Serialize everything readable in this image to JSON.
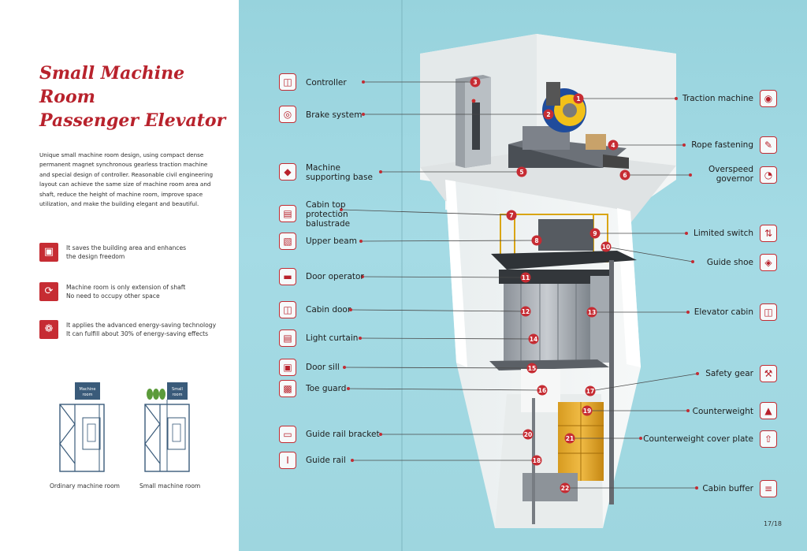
{
  "title_lines": [
    "Small Machine Room",
    "Passenger Elevator"
  ],
  "intro": "Unique small machine room design, using compact dense permanent magnet synchronous gearless traction machine and special design of controller. Reasonable civil engineering layout can achieve the same size of machine room area and shaft, reduce the height of machine room, improve space utilization, and make the building elegant and beautiful.",
  "features": [
    {
      "icon": "cube-icon",
      "line1": "It saves the building area and enhances",
      "line2": "the design freedom"
    },
    {
      "icon": "cycle-icon",
      "line1": "Machine room is only extension of shaft",
      "line2": "No need to occupy other space"
    },
    {
      "icon": "leaf-icon",
      "line1": "It applies the advanced energy-saving technology",
      "line2": "It can fulfill about 30% of energy-saving effects"
    }
  ],
  "room_diagrams": [
    {
      "sign_line1": "Machine",
      "sign_line2": "room",
      "caption": "Ordinary machine room"
    },
    {
      "sign_line1": "Small",
      "sign_line2": "room",
      "caption": "Small machine room"
    }
  ],
  "left_labels": [
    {
      "text": "Controller",
      "icon": "controller-icon"
    },
    {
      "text": "Brake system",
      "icon": "brake-icon"
    },
    {
      "text": "Machine\nsupporting base",
      "icon": "base-icon"
    },
    {
      "text": "Cabin top\nprotection\nbalustrade",
      "icon": "balustrade-icon"
    },
    {
      "text": "Upper beam",
      "icon": "beam-icon"
    },
    {
      "text": "Door operator",
      "icon": "door-operator-icon"
    },
    {
      "text": "Cabin door",
      "icon": "cabin-door-icon"
    },
    {
      "text": "Light curtain",
      "icon": "light-curtain-icon"
    },
    {
      "text": "Door sill",
      "icon": "door-sill-icon"
    },
    {
      "text": "Toe guard",
      "icon": "toe-guard-icon"
    },
    {
      "text": "Guide rail bracket",
      "icon": "bracket-icon"
    },
    {
      "text": "Guide rail",
      "icon": "rail-icon"
    }
  ],
  "right_labels": [
    {
      "text": "Traction machine",
      "icon": "traction-icon"
    },
    {
      "text": "Rope fastening",
      "icon": "rope-icon"
    },
    {
      "text": "Overspeed\ngovernor",
      "icon": "governor-icon"
    },
    {
      "text": "Limited switch",
      "icon": "switch-icon"
    },
    {
      "text": "Guide shoe",
      "icon": "shoe-icon"
    },
    {
      "text": "Elevator cabin",
      "icon": "cabin-icon"
    },
    {
      "text": "Safety gear",
      "icon": "safety-gear-icon"
    },
    {
      "text": "Counterweight",
      "icon": "counterweight-icon"
    },
    {
      "text": "Counterweight cover plate",
      "icon": "cover-plate-icon"
    },
    {
      "text": "Cabin buffer",
      "icon": "buffer-icon"
    }
  ],
  "markers": [
    "1",
    "2",
    "3",
    "4",
    "5",
    "6",
    "7",
    "8",
    "9",
    "10",
    "11",
    "12",
    "13",
    "14",
    "15",
    "16",
    "17",
    "18",
    "19",
    "20",
    "21",
    "22"
  ],
  "page_number": "17/18",
  "accent_color": "#c62c33"
}
